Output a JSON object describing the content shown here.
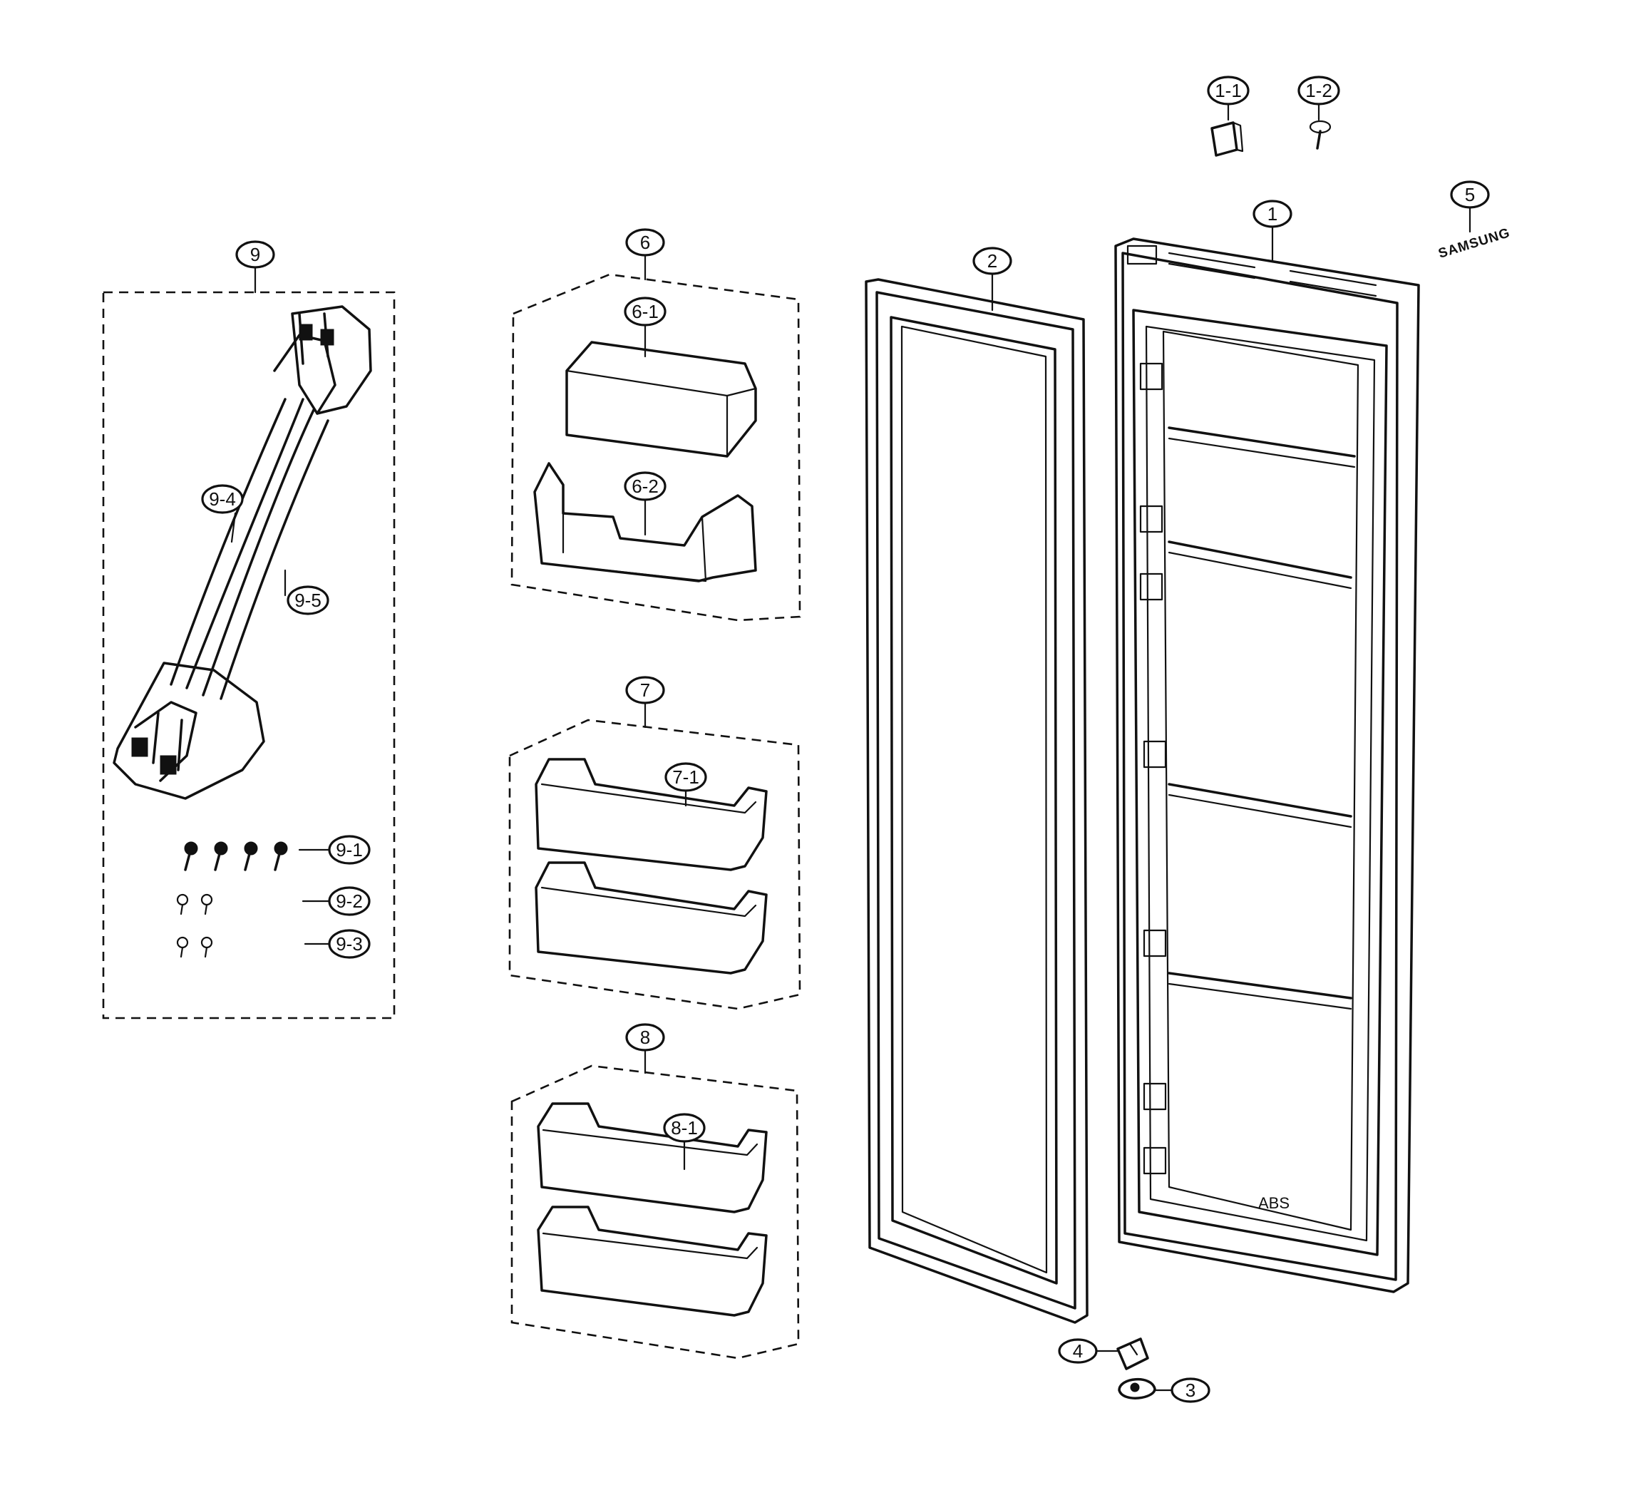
{
  "diagram": {
    "part_labels": {
      "p1": "1",
      "p1_1": "1-1",
      "p1_2": "1-2",
      "p2": "2",
      "p3": "3",
      "p4": "4",
      "p5": "5",
      "p6": "6",
      "p6_1": "6-1",
      "p6_2": "6-2",
      "p7": "7",
      "p7_1": "7-1",
      "p8": "8",
      "p8_1": "8-1",
      "p9": "9",
      "p9_1": "9-1",
      "p9_2": "9-2",
      "p9_3": "9-3",
      "p9_4": "9-4",
      "p9_5": "9-5"
    },
    "brand_mark": "SAMSUNG",
    "material_mark": "ABS"
  }
}
